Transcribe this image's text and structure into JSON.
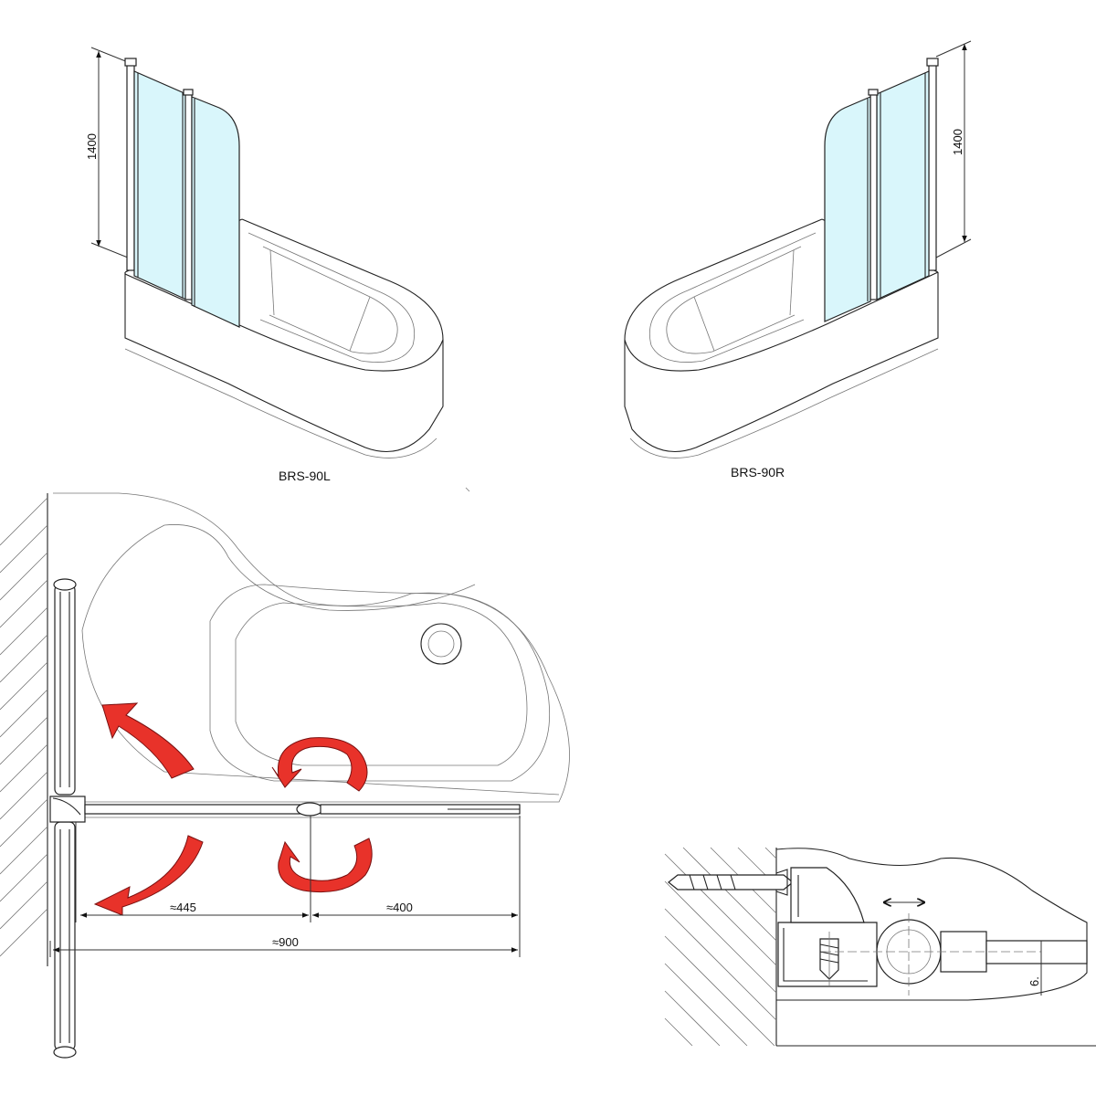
{
  "views": {
    "left_model": {
      "label": "BRS-90L",
      "height_dim": "1400"
    },
    "right_model": {
      "label": "BRS-90R",
      "height_dim": "1400"
    }
  },
  "plan": {
    "dim_door": "≈445",
    "dim_panel": "≈400",
    "dim_total": "≈900"
  },
  "detail": {
    "dim_offset": "6."
  },
  "colors": {
    "glass": "#d9f6fb",
    "arrow": "#e8322a",
    "line": "#222222"
  }
}
